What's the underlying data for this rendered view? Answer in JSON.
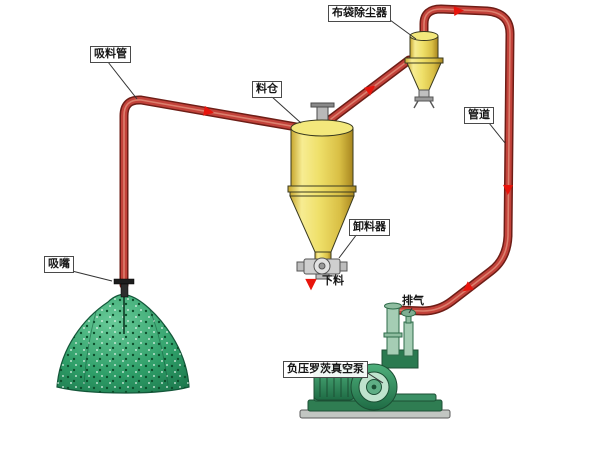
{
  "diagram": {
    "type": "negative-pressure-pneumatic-conveying-system",
    "labels": {
      "suction_pipe": "吸料管",
      "bag_filter": "布袋除尘器",
      "silo": "料仓",
      "pipeline": "管道",
      "suction_nozzle": "吸嘴",
      "discharger": "卸料器",
      "discharge_down": "下料",
      "exhaust": "排气",
      "vacuum_pump": "负压罗茨真空泵"
    },
    "colors": {
      "pipe_red": "#c2423a",
      "pipe_outline": "#6e1d16",
      "pipe_highlight": "#e08a77",
      "arrow_red": "#e8140c",
      "silo_yellow": "#f2e268",
      "silo_shade": "#c7a62f",
      "material_green": "#2e9e68",
      "pump_green": "#2f8f5f",
      "metal_gray": "#c9c9c9",
      "background": "#ffffff"
    }
  }
}
